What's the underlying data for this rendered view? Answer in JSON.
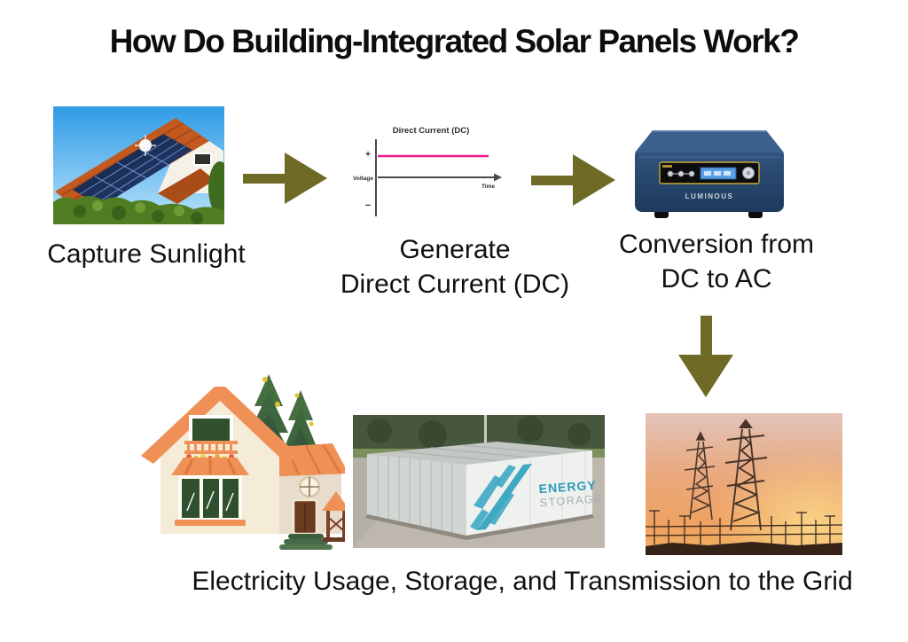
{
  "title": "How Do Building-Integrated Solar Panels Work?",
  "steps": {
    "capture": {
      "caption": "Capture Sunlight",
      "image": "solar-panel-house-photo"
    },
    "generate": {
      "caption_line1": "Generate",
      "caption_line2": "Direct Current (DC)",
      "image": "dc-voltage-graph"
    },
    "convert": {
      "caption_line1": "Conversion from",
      "caption_line2": "DC to AC",
      "image": "luminous-inverter-photo"
    }
  },
  "dc_graph": {
    "type": "line",
    "title": "Direct Current (DC)",
    "y_axis_label": "Voltage",
    "x_axis_label": "Time",
    "y_plus": "+",
    "y_minus": "−",
    "series_description": "constant positive voltage line over time",
    "line_color": "#EE1D84"
  },
  "inverter": {
    "brand": "LUMINOUS"
  },
  "storage_unit": {
    "label_line1": "ENERGY",
    "label_line2": "STORAGE"
  },
  "bottom_caption": "Electricity Usage, Storage, and Transmission to the Grid",
  "icons": {
    "flow_right": "arrow-right",
    "flow_down": "arrow-down"
  },
  "colors": {
    "arrow_olive": "#6F6B26",
    "dc_line_pink": "#EE1D84",
    "inverter_navy": "#2C4E7A",
    "title_text": "#0D0D0D",
    "background": "#FFFFFF"
  }
}
